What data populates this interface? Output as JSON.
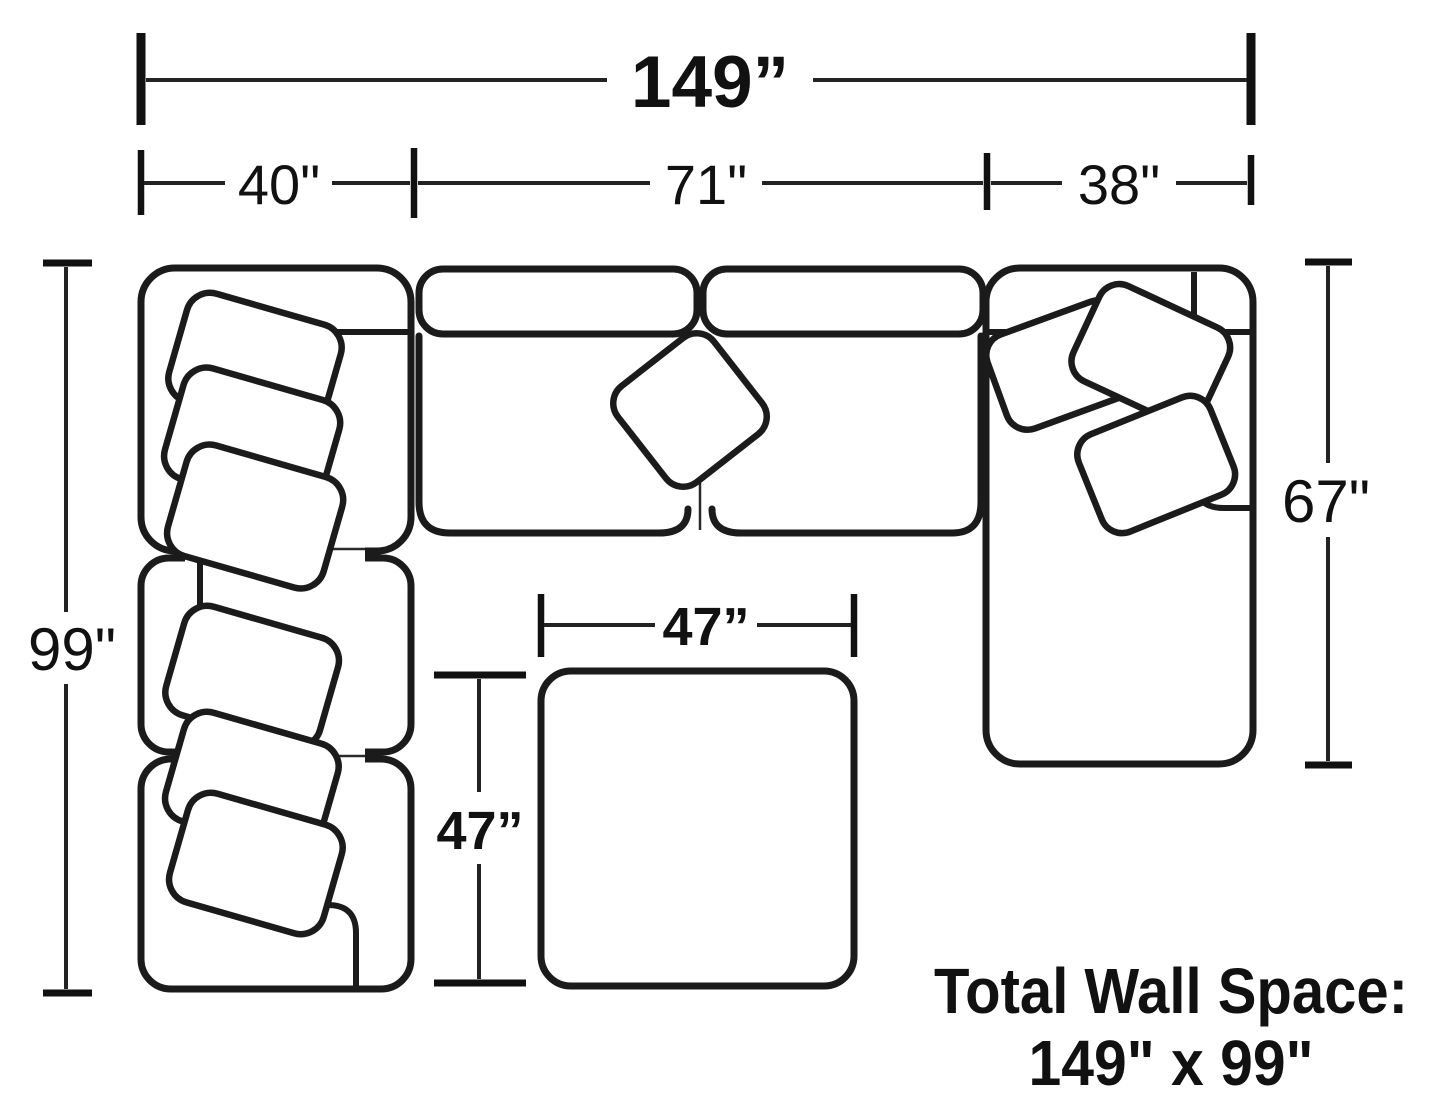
{
  "labels": {
    "total_width": "149”",
    "segment_left": "40\"",
    "segment_middle": "71\"",
    "segment_right": "38\"",
    "total_depth": "99\"",
    "chaise_depth": "67\"",
    "ottoman_width": "47”",
    "ottoman_depth": "47”"
  },
  "footer": {
    "title": "Total Wall Space:",
    "value": "149\" x 99\""
  },
  "colors": {
    "background": "#ffffff",
    "line": "#1b1b1b",
    "text": "#111111"
  }
}
